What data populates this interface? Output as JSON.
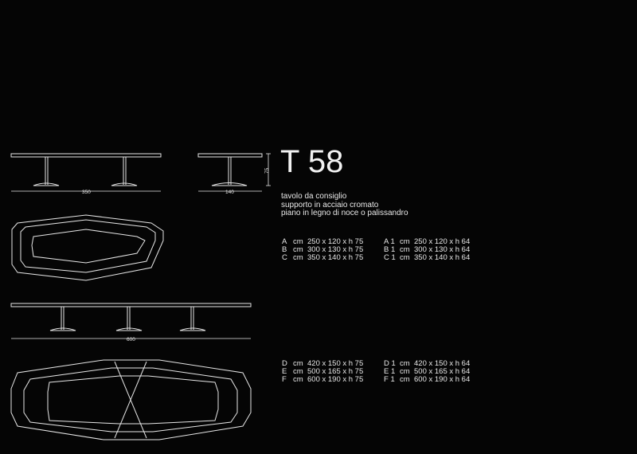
{
  "model": "T 58",
  "description": [
    "tavolo da consiglio",
    "supporto in acciaio cromato",
    "piano in legno di noce o palissandro"
  ],
  "dimension_labels": {
    "small_side_length": "350",
    "small_end_width": "140",
    "height": "75",
    "large_side_length": "600"
  },
  "spec_groups": [
    {
      "rows": [
        {
          "code": "A",
          "unit": "cm",
          "size": "250 x 120 x h  75"
        },
        {
          "code": "B",
          "unit": "cm",
          "size": "300 x 130 x h  75"
        },
        {
          "code": "C",
          "unit": "cm",
          "size": "350 x 140 x h  75"
        }
      ]
    },
    {
      "rows": [
        {
          "code": "A 1",
          "unit": "cm",
          "size": "250 x 120 x h  64"
        },
        {
          "code": "B 1",
          "unit": "cm",
          "size": "300 x 130 x h  64"
        },
        {
          "code": "C 1",
          "unit": "cm",
          "size": "350 x 140 x h  64"
        }
      ]
    },
    {
      "rows": [
        {
          "code": "D",
          "unit": "cm",
          "size": "420 x 150 x h  75"
        },
        {
          "code": "E",
          "unit": "cm",
          "size": "500 x 165 x h  75"
        },
        {
          "code": "F",
          "unit": "cm",
          "size": "600 x 190 x h  75"
        }
      ]
    },
    {
      "rows": [
        {
          "code": "D 1",
          "unit": "cm",
          "size": "420 x 150 x h  64"
        },
        {
          "code": "E 1",
          "unit": "cm",
          "size": "500 x 165 x h  64"
        },
        {
          "code": "F 1",
          "unit": "cm",
          "size": "600 x 190 x h  64"
        }
      ]
    }
  ]
}
